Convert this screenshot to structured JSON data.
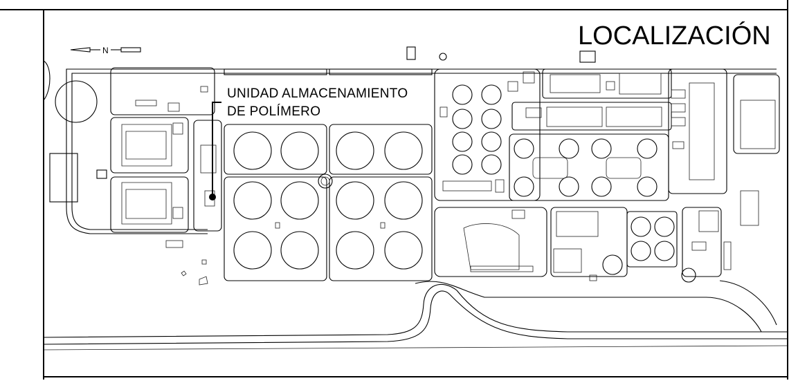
{
  "drawing": {
    "title": "LOCALIZACIÓN",
    "callout_line1": "UNIDAD ALMACENAMIENTO",
    "callout_line2": "DE POLÍMERO",
    "north_label": "N"
  },
  "colors": {
    "line": "#000000",
    "background": "#ffffff"
  }
}
